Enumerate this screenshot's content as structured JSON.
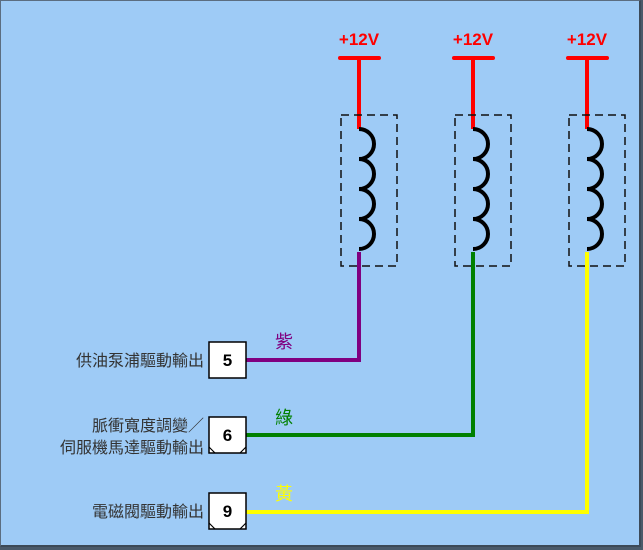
{
  "supplies": [
    {
      "label": "+12V"
    },
    {
      "label": "+12V"
    },
    {
      "label": "+12V"
    }
  ],
  "pins": [
    {
      "number": "5",
      "description": [
        "供油泵浦驅動輸出"
      ],
      "wire_label": "紫",
      "wire_color": "#800080"
    },
    {
      "number": "6",
      "description": [
        "脈衝寬度調變／",
        "伺服機馬達驅動輸出"
      ],
      "wire_label": "綠",
      "wire_color": "#008000"
    },
    {
      "number": "9",
      "description": [
        "電磁閥驅動輸出"
      ],
      "wire_label": "黃",
      "wire_color": "#ffff00"
    }
  ],
  "colors": {
    "background": "#9ecbf6",
    "supply": "#ff0000",
    "coil": "#000000"
  }
}
